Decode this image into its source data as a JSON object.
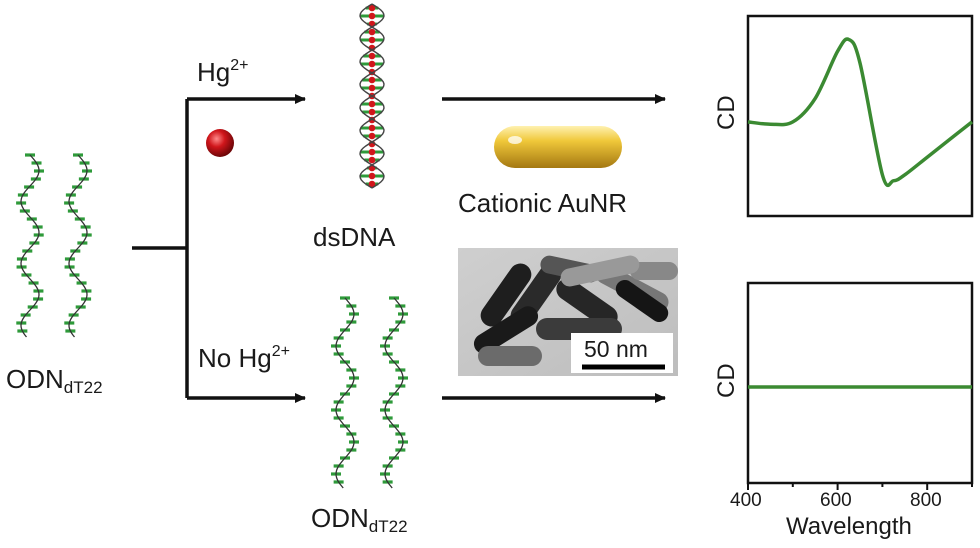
{
  "left_strand": {
    "name": "ODN",
    "subscript": "dT22"
  },
  "upper_path": {
    "reagent_label": "Hg",
    "reagent_superscript": "2+",
    "product_label": "dsDNA"
  },
  "lower_path": {
    "reagent_label": "No Hg",
    "reagent_superscript": "2+",
    "product_name": "ODN",
    "product_subscript": "dT22"
  },
  "nanorod_label": "Cationic AuNR",
  "tem_scale_bar": "50 nm",
  "colors": {
    "strand_green": "#2e9a3a",
    "cd_line": "#3b8a32",
    "mercury_red": "#d0161b",
    "aunr_gold": "#e3b82a"
  },
  "chart_data": [
    {
      "type": "line",
      "name": "upper CD spectrum",
      "ylabel": "CD",
      "xlabel": "",
      "xlim": [
        400,
        900
      ],
      "x": [
        400,
        450,
        500,
        550,
        600,
        625,
        650,
        700,
        725,
        750,
        800,
        850,
        900
      ],
      "y": [
        0.0,
        -0.02,
        0.0,
        0.2,
        0.6,
        0.7,
        0.5,
        -0.45,
        -0.5,
        -0.45,
        -0.3,
        -0.15,
        0.0
      ]
    },
    {
      "type": "line",
      "name": "lower CD spectrum",
      "ylabel": "CD",
      "xlabel": "Wavelength",
      "xlim": [
        400,
        900
      ],
      "xticks": [
        "400",
        "600",
        "800"
      ],
      "x": [
        400,
        900
      ],
      "y": [
        0,
        0
      ]
    }
  ]
}
